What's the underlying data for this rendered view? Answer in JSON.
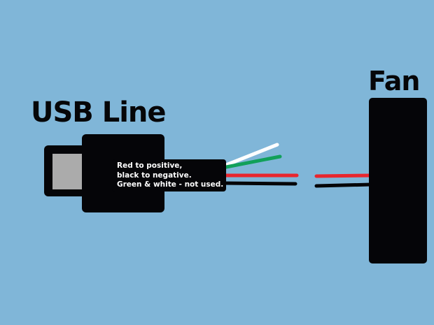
{
  "labels": {
    "usb_title": "USB Line",
    "fan_title": "Fan",
    "note_line1": "Red to positive,",
    "note_line2": "black to negative.",
    "note_line3": "Green & white - not used."
  },
  "wires": [
    {
      "name": "white",
      "color": "#ffffff",
      "connection": "not used"
    },
    {
      "name": "green",
      "color": "#11a05a",
      "connection": "not used"
    },
    {
      "name": "red",
      "color": "#e8262e",
      "connection": "positive"
    },
    {
      "name": "black",
      "color": "#050508",
      "connection": "negative"
    }
  ],
  "colors": {
    "background": "#80b6d8",
    "device": "#050508",
    "plug_metal": "#ababab",
    "text_on_device": "#ffffff"
  }
}
